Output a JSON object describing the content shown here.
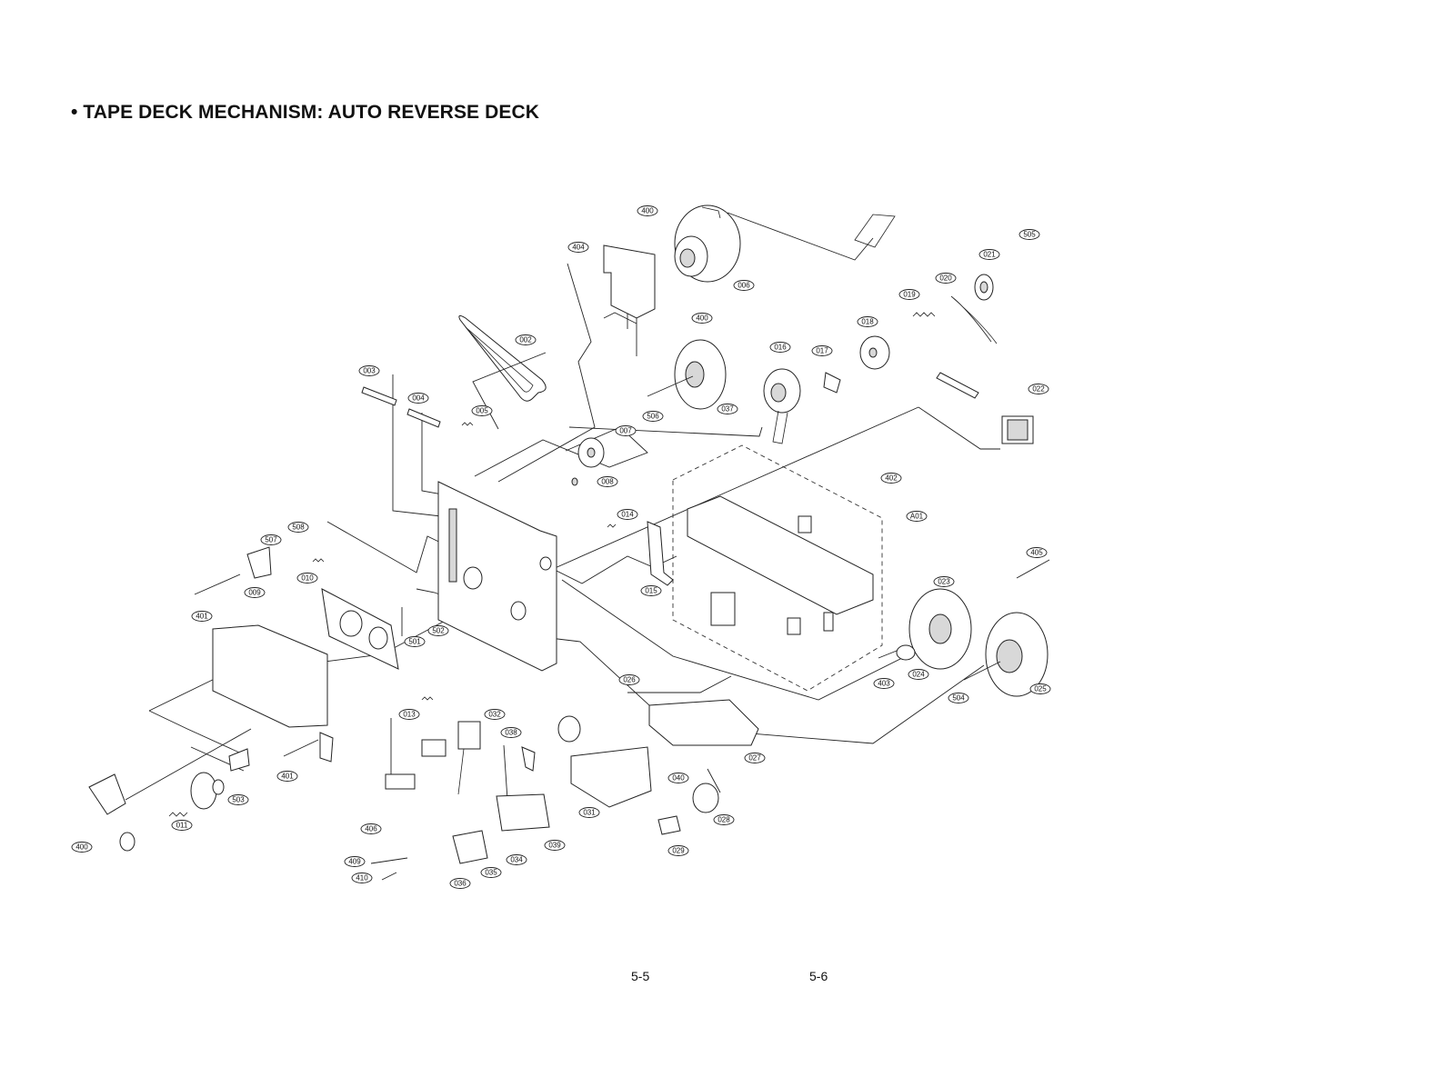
{
  "title": "• TAPE DECK MECHANISM: AUTO REVERSE DECK",
  "page_numbers": {
    "left": "5-5",
    "right": "5-6"
  },
  "callouts": [
    {
      "id": "c400a",
      "label": "400"
    },
    {
      "id": "c404",
      "label": "404"
    },
    {
      "id": "c006",
      "label": "006"
    },
    {
      "id": "c505",
      "label": "505"
    },
    {
      "id": "c021",
      "label": "021"
    },
    {
      "id": "c020",
      "label": "020"
    },
    {
      "id": "c019",
      "label": "019"
    },
    {
      "id": "c018",
      "label": "018"
    },
    {
      "id": "c400b",
      "label": "400"
    },
    {
      "id": "c002",
      "label": "002"
    },
    {
      "id": "c016",
      "label": "016"
    },
    {
      "id": "c017",
      "label": "017"
    },
    {
      "id": "c003",
      "label": "003"
    },
    {
      "id": "c004",
      "label": "004"
    },
    {
      "id": "c005",
      "label": "005"
    },
    {
      "id": "c037",
      "label": "037"
    },
    {
      "id": "c506",
      "label": "506"
    },
    {
      "id": "c022",
      "label": "022"
    },
    {
      "id": "c007",
      "label": "007"
    },
    {
      "id": "c008",
      "label": "008"
    },
    {
      "id": "c402",
      "label": "402"
    },
    {
      "id": "cA01",
      "label": "A01"
    },
    {
      "id": "c014",
      "label": "014"
    },
    {
      "id": "c508",
      "label": "508"
    },
    {
      "id": "c507",
      "label": "507"
    },
    {
      "id": "c010",
      "label": "010"
    },
    {
      "id": "c009",
      "label": "009"
    },
    {
      "id": "c401a",
      "label": "401"
    },
    {
      "id": "c405",
      "label": "405"
    },
    {
      "id": "c015",
      "label": "015"
    },
    {
      "id": "c023",
      "label": "023"
    },
    {
      "id": "c502",
      "label": "502"
    },
    {
      "id": "c501",
      "label": "501"
    },
    {
      "id": "c403",
      "label": "403"
    },
    {
      "id": "c024",
      "label": "024"
    },
    {
      "id": "c025",
      "label": "025"
    },
    {
      "id": "c504",
      "label": "504"
    },
    {
      "id": "c026",
      "label": "026"
    },
    {
      "id": "c013",
      "label": "013"
    },
    {
      "id": "c032",
      "label": "032"
    },
    {
      "id": "c038",
      "label": "038"
    },
    {
      "id": "c027",
      "label": "027"
    },
    {
      "id": "c040",
      "label": "040"
    },
    {
      "id": "c401b",
      "label": "401"
    },
    {
      "id": "c503",
      "label": "503"
    },
    {
      "id": "c031",
      "label": "031"
    },
    {
      "id": "c028",
      "label": "028"
    },
    {
      "id": "c011",
      "label": "011"
    },
    {
      "id": "c406",
      "label": "406"
    },
    {
      "id": "c400c",
      "label": "400"
    },
    {
      "id": "c039",
      "label": "039"
    },
    {
      "id": "c029",
      "label": "029"
    },
    {
      "id": "c034",
      "label": "034"
    },
    {
      "id": "c409",
      "label": "409"
    },
    {
      "id": "c035",
      "label": "035"
    },
    {
      "id": "c410",
      "label": "410"
    },
    {
      "id": "c036",
      "label": "036"
    }
  ]
}
